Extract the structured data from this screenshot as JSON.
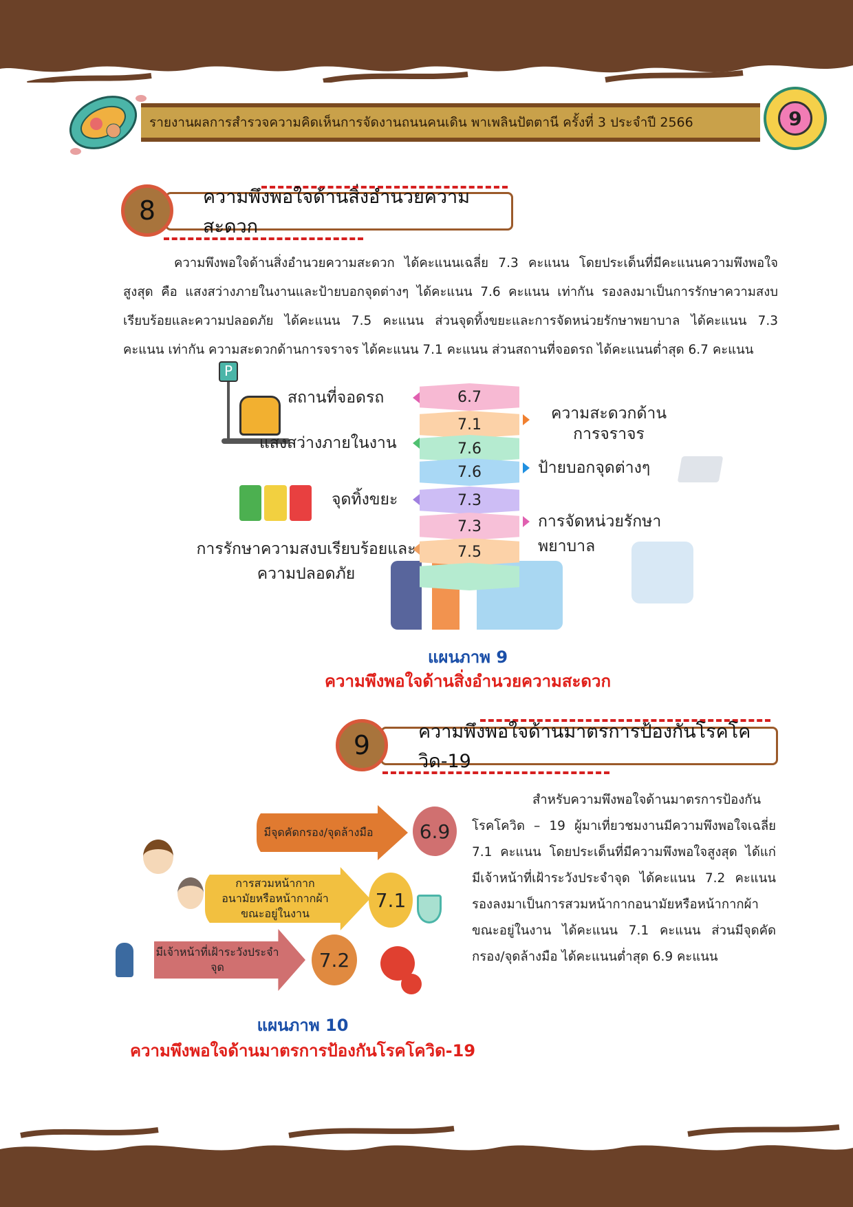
{
  "header": {
    "title": "รายงานผลการสำรวจความคิดเห็นการจัดงานถนนคนเดิน พาเพลินปัตตานี ครั้งที่ 3 ประจำปี 2566",
    "page_number": "9"
  },
  "section8": {
    "number": "8",
    "title": "ความพึงพอใจด้านสิ่งอำนวยความสะดวก",
    "paragraph": "ความพึงพอใจด้านสิ่งอำนวยความสะดวก ได้คะแนนเฉลี่ย 7.3 คะแนน โดยประเด็นที่มีคะแนนความพึงพอใจสูงสุด คือ แสงสว่างภายในงานและป้ายบอกจุดต่างๆ ได้คะแนน 7.6 คะแนน เท่ากัน รองลงมาเป็นการรักษาความสงบเรียบร้อยและความปลอดภัย ได้คะแนน 7.5 คะแนน ส่วนจุดทิ้งขยะและการจัดหน่วยรักษาพยาบาล ได้คะแนน 7.3 คะแนน เท่ากัน ความสะดวกด้านการจราจร ได้คะแนน 7.1 คะแนน ส่วนสถานที่จอดรถ ได้คะแนนต่ำสุด 6.7 คะแนน",
    "figure": {
      "items": [
        {
          "label": "สถานที่จอดรถ",
          "value": "6.7",
          "side": "left",
          "color": "#f7b9d3"
        },
        {
          "label": "ความสะดวกด้านการจราจร",
          "value": "7.1",
          "side": "right",
          "color": "#fcd2a8"
        },
        {
          "label": "แสงสว่างภายในงาน",
          "value": "7.6",
          "side": "left",
          "color": "#b5ebd0"
        },
        {
          "label": "ป้ายบอกจุดต่างๆ",
          "value": "7.6",
          "side": "right",
          "color": "#a9d8f5"
        },
        {
          "label": "จุดทิ้งขยะ",
          "value": "7.3",
          "side": "left",
          "color": "#cdbdf5"
        },
        {
          "label": "การจัดหน่วยรักษาพยาบาล",
          "value": "7.3",
          "side": "right",
          "color": "#f7c0d8"
        },
        {
          "label": "การรักษาความสงบเรียบร้อยและความปลอดภัย",
          "value": "7.5",
          "side": "left",
          "color": "#fcd2a8"
        }
      ],
      "parking_sign": "P",
      "caption_number": "แผนภาพ 9",
      "caption_title": "ความพึงพอใจด้านสิ่งอำนวยความสะดวก"
    }
  },
  "section9": {
    "number": "9",
    "title": "ความพึงพอใจด้านมาตรการป้องกันโรคโควิด-19",
    "paragraph": "สำหรับความพึงพอใจด้านมาตรการป้องกันโรคโควิด – 19 ผู้มาเที่ยวชมงานมีความพึงพอใจเฉลี่ย 7.1 คะแนน โดยประเด็นที่มีความพึงพอใจสูงสุด ได้แก่ มีเจ้าหน้าที่เฝ้าระวังประจำจุด ได้คะแนน 7.2 คะแนน รองลงมาเป็นการสวมหน้ากากอนามัยหรือหน้ากากผ้าขณะอยู่ในงาน ได้คะแนน 7.1 คะแนน ส่วนมีจุดคัดกรอง/จุดล้างมือ ได้คะแนนต่ำสุด 6.9 คะแนน",
    "figure": {
      "items": [
        {
          "label": "มีจุดคัดกรอง/จุดล้างมือ",
          "value": "6.9",
          "color": "#e07a30",
          "burst": "#d07070"
        },
        {
          "label": "การสวมหน้ากากอนามัยหรือหน้ากากผ้าขณะอยู่ในงาน",
          "value": "7.1",
          "color": "#f2c040",
          "burst": "#f2c040"
        },
        {
          "label": "มีเจ้าหน้าที่เฝ้าระวังประจำจุด",
          "value": "7.2",
          "color": "#d07070",
          "burst": "#e08a40"
        }
      ],
      "caption_number": "แผนภาพ 10",
      "caption_title": "ความพึงพอใจด้านมาตรการป้องกันโรคโควิด-19"
    }
  }
}
